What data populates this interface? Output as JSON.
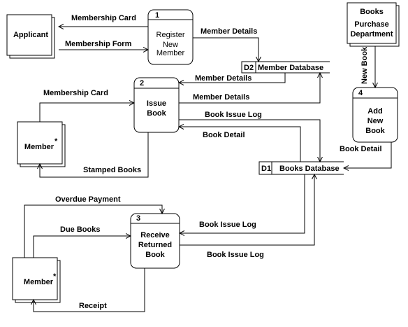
{
  "entities": {
    "applicant": "Applicant",
    "member_top": "Member",
    "member_bottom": "Member",
    "member_mark": "*",
    "books_purchase_line1": "Books",
    "books_purchase_line2": "Purchase",
    "books_purchase_line3": "Department"
  },
  "processes": {
    "p1": {
      "num": "1",
      "line1": "Register",
      "line2": "New",
      "line3": "Member"
    },
    "p2": {
      "num": "2",
      "line1": "Issue",
      "line2": "Book"
    },
    "p3": {
      "num": "3",
      "line1": "Receive",
      "line2": "Returned",
      "line3": "Book"
    },
    "p4": {
      "num": "4",
      "line1": "Add",
      "line2": "New",
      "line3": "Book"
    }
  },
  "stores": {
    "d2": {
      "id": "D2",
      "name": "Member Database"
    },
    "d1": {
      "id": "D1",
      "name": "Books Database"
    }
  },
  "flows": {
    "membership_card_1": "Membership Card",
    "membership_form": "Membership Form",
    "member_details_1": "Member Details",
    "member_details_2": "Member Details",
    "member_details_3": "Member Details",
    "membership_card_2": "Membership Card",
    "book_issue_log_1": "Book Issue Log",
    "book_detail_1": "Book Detail",
    "stamped_books": "Stamped Books",
    "new_book": "New Book",
    "book_detail_2": "Book Detail",
    "overdue_payment": "Overdue Payment",
    "due_books": "Due Books",
    "book_issue_log_2": "Book Issue Log",
    "book_issue_log_3": "Book Issue Log",
    "receipt": "Receipt"
  }
}
